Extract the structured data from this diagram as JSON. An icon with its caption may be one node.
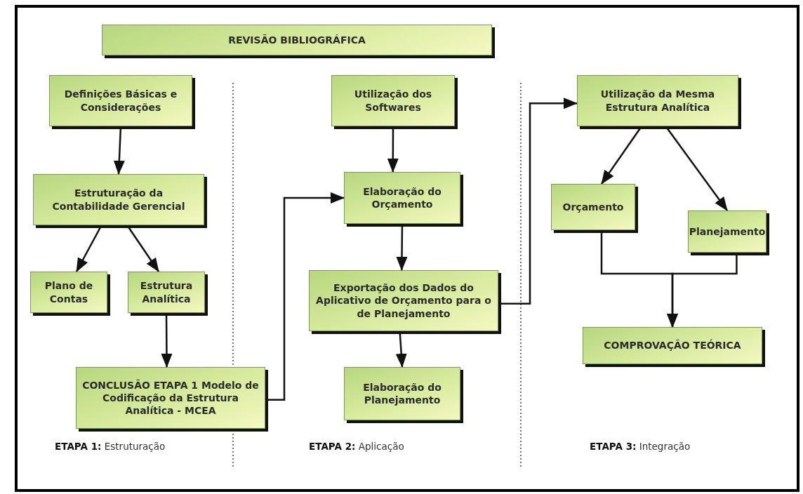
{
  "diagram": {
    "nodes": [
      {
        "text": [
          "REVISÃO BIBLIOGRÁFICA"
        ]
      },
      {
        "text": [
          "Definições Básicas e Considerações"
        ]
      },
      {
        "text": [
          "Estruturação da Contabilidade Gerencial"
        ]
      },
      {
        "text": [
          "Plano de Contas"
        ]
      },
      {
        "text": [
          "Estrutura Analítica"
        ]
      },
      {
        "text": [
          "CONCLUSÃO ETAPA 1 Modelo de Codificação da Estrutura Analítica - MCEA"
        ]
      },
      {
        "text": [
          "Utilização dos Softwares"
        ]
      },
      {
        "text": [
          "Elaboração do Orçamento"
        ]
      },
      {
        "text": [
          "Exportação dos Dados do Aplicativo de Orçamento para o de Planejamento"
        ]
      },
      {
        "text": [
          "Elaboração do Planejamento"
        ]
      },
      {
        "text": [
          "Utilização da Mesma Estrutura Analítica"
        ]
      },
      {
        "text": [
          "Orçamento"
        ]
      },
      {
        "text": [
          "Planejamento"
        ]
      },
      {
        "text": [
          "COMPROVAÇÃO TEÓRICA"
        ]
      }
    ],
    "edges": [
      {
        "from": 1,
        "to": 2,
        "arrow": "to"
      },
      {
        "from": 2,
        "to": 3,
        "arrow": "to"
      },
      {
        "from": 2,
        "to": 4,
        "arrow": "to"
      },
      {
        "from": 4,
        "to": 5,
        "arrow": "to"
      },
      {
        "from": 5,
        "to": 7,
        "arrow": "to"
      },
      {
        "from": 6,
        "to": 7,
        "arrow": "to"
      },
      {
        "from": 7,
        "to": 8,
        "arrow": "to"
      },
      {
        "from": 8,
        "to": 9,
        "arrow": "to"
      },
      {
        "from": 8,
        "to": 10,
        "arrow": "to"
      },
      {
        "from": 10,
        "to": 11,
        "arrow": "to"
      },
      {
        "from": 10,
        "to": 12,
        "arrow": "to"
      },
      {
        "from": 11,
        "to": 13,
        "arrow": "to"
      },
      {
        "from": 12,
        "to": 13,
        "arrow": "to"
      }
    ],
    "labels": [
      "**ETAPA 1:** Estruturação",
      "**ETAPA 2:** Aplicação",
      "**ETAPA 3:** Integração"
    ]
  }
}
